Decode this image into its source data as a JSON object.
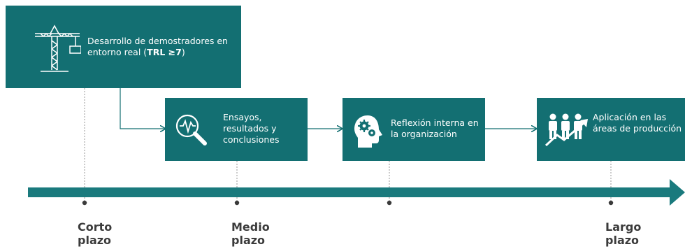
{
  "colors": {
    "box": "#136f72",
    "timeline": "#1a7a7d",
    "connector": "#136f72",
    "dots": "#3a3a3a",
    "label": "#3b3b3b"
  },
  "boxes": {
    "demonstrators": {
      "text_part1": "Desarrollo de demostradores en entorno real (",
      "text_bold": "TRL ≥7",
      "text_part2": ")",
      "icon": "crane-icon"
    },
    "tests": {
      "text": "Ensayos, resultados y conclusiones",
      "icon": "magnifier-pulse-icon"
    },
    "reflection": {
      "text": "Reflexión interna en la organización",
      "icon": "head-gears-icon"
    },
    "application": {
      "text": "Aplicación en las áreas de producción",
      "icon": "people-growth-icon"
    }
  },
  "timeline": {
    "labels": {
      "short": "Corto plazo",
      "medium": "Medio plazo",
      "long": "Largo plazo"
    }
  }
}
